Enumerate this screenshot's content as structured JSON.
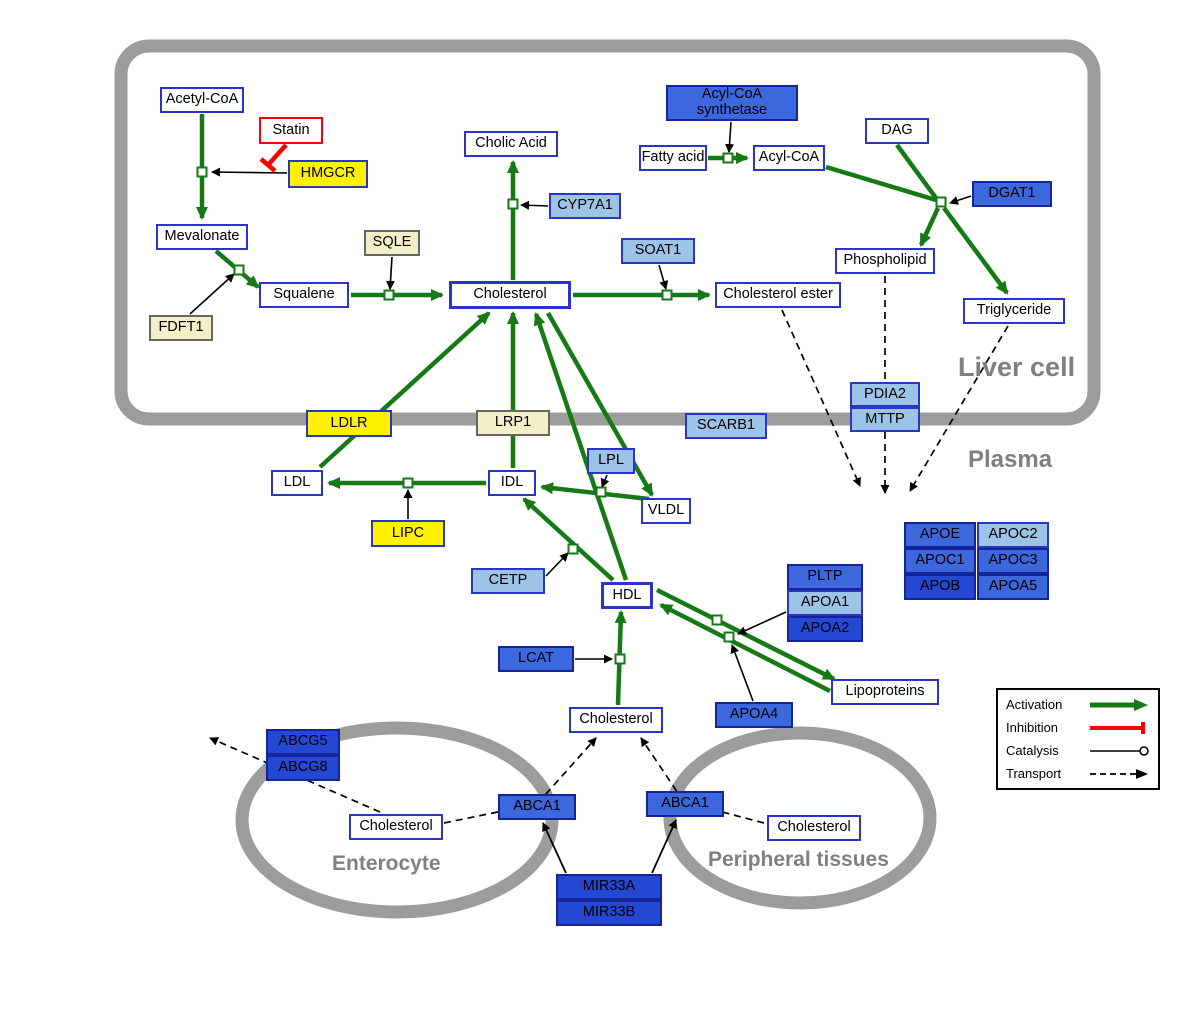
{
  "compartments": {
    "liver": {
      "label": "Liver cell"
    },
    "plasma": {
      "label": "Plasma"
    },
    "enterocyte": {
      "label": "Enterocyte"
    },
    "peripheral": {
      "label": "Peripheral tissues"
    }
  },
  "legend": {
    "items": [
      {
        "name": "activation",
        "label": "Activation"
      },
      {
        "name": "inhibition",
        "label": "Inhibition"
      },
      {
        "name": "catalysis",
        "label": "Catalysis"
      },
      {
        "name": "transport",
        "label": "Transport"
      }
    ]
  },
  "colors": {
    "activation_green": "#157a15",
    "inhibition_red": "#ff0000",
    "membrane_gray": "#9c9c9c",
    "metabolite_border_blue": "#2a35c8",
    "gene_blue_medium": "#3d68dd",
    "gene_blue_light": "#9dc3e6",
    "gene_blue_dark": "#2447d4",
    "enzyme_yellow_bright": "#fff100",
    "enzyme_yellow_pale": "#f3efc7"
  },
  "nodes": {
    "acetyl_coa": {
      "label": "Acetyl-CoA"
    },
    "statin": {
      "label": "Statin"
    },
    "hmgcr": {
      "label": "HMGCR"
    },
    "mevalonate": {
      "label": "Mevalonate"
    },
    "cholic_acid": {
      "label": "Cholic Acid"
    },
    "cyp7a1": {
      "label": "CYP7A1"
    },
    "sqle": {
      "label": "SQLE"
    },
    "squalene": {
      "label": "Squalene"
    },
    "fdft1": {
      "label": "FDFT1"
    },
    "cholesterol_liver": {
      "label": "Cholesterol"
    },
    "soat1": {
      "label": "SOAT1"
    },
    "cholesterol_ester": {
      "label": "Cholesterol ester"
    },
    "acyl_coa_synthetase": {
      "label": "Acyl-CoA synthetase"
    },
    "fatty_acid": {
      "label": "Fatty acid"
    },
    "acyl_coa": {
      "label": "Acyl-CoA"
    },
    "dag": {
      "label": "DAG"
    },
    "dgat1": {
      "label": "DGAT1"
    },
    "phospholipid": {
      "label": "Phospholipid"
    },
    "triglyceride": {
      "label": "Triglyceride"
    },
    "pdia2": {
      "label": "PDIA2"
    },
    "mttp": {
      "label": "MTTP"
    },
    "scarb1": {
      "label": "SCARB1"
    },
    "ldlr": {
      "label": "LDLR"
    },
    "lrp1": {
      "label": "LRP1"
    },
    "ldl": {
      "label": "LDL"
    },
    "idl": {
      "label": "IDL"
    },
    "lpl": {
      "label": "LPL"
    },
    "vldl": {
      "label": "VLDL"
    },
    "lipc": {
      "label": "LIPC"
    },
    "cetp": {
      "label": "CETP"
    },
    "hdl": {
      "label": "HDL"
    },
    "apoe": {
      "label": "APOE"
    },
    "apoc2": {
      "label": "APOC2"
    },
    "apoc1": {
      "label": "APOC1"
    },
    "apoc3": {
      "label": "APOC3"
    },
    "apob": {
      "label": "APOB"
    },
    "apoa5": {
      "label": "APOA5"
    },
    "pltp": {
      "label": "PLTP"
    },
    "apoa1": {
      "label": "APOA1"
    },
    "apoa2": {
      "label": "APOA2"
    },
    "lcat": {
      "label": "LCAT"
    },
    "apoa4": {
      "label": "APOA4"
    },
    "lipoproteins": {
      "label": "Lipoproteins"
    },
    "cholesterol_plasma": {
      "label": "Cholesterol"
    },
    "abcg5": {
      "label": "ABCG5"
    },
    "abcg8": {
      "label": "ABCG8"
    },
    "cholesterol_enterocyte": {
      "label": "Cholesterol"
    },
    "abca1_left": {
      "label": "ABCA1"
    },
    "abca1_right": {
      "label": "ABCA1"
    },
    "cholesterol_peripheral": {
      "label": "Cholesterol"
    },
    "mir33a": {
      "label": "MIR33A"
    },
    "mir33b": {
      "label": "MIR33B"
    }
  }
}
